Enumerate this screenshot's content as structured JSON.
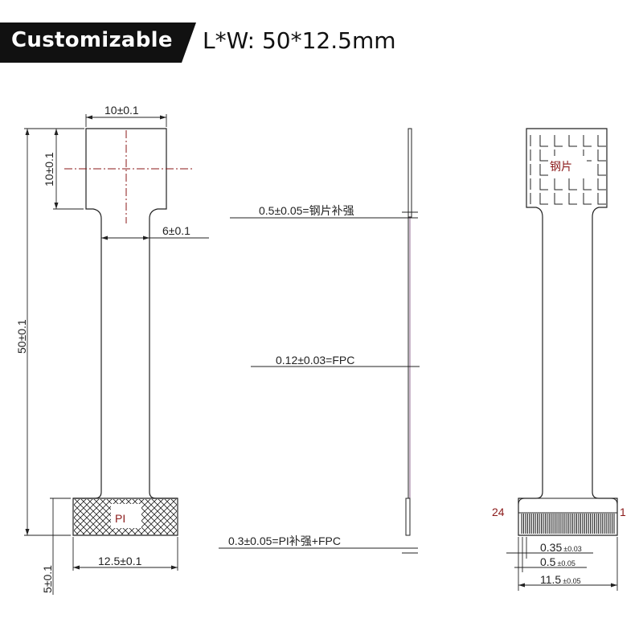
{
  "header": {
    "badge_label": "Customizable",
    "spec_label": "L*W: 50*12.5mm"
  },
  "front_view": {
    "top_width": "10±0.1",
    "top_height": "10±0.1",
    "neck_width": "6±0.1",
    "total_length": "50±0.1",
    "bottom_width": "12.5±0.1",
    "bottom_height": "5±0.1",
    "pi_label": "PI"
  },
  "side_view": {
    "stiffener_label": "0.5±0.05=钢片补强",
    "fpc_label": "0.12±0.03=FPC",
    "pi_fpc_label": "0.3±0.05=PI补强+FPC"
  },
  "back_view": {
    "steel_label": "钢片",
    "pin_left": "24",
    "pin_right": "1",
    "pitch": {
      "main": "0.35",
      "tol": "±0.03"
    },
    "pad_width": {
      "main": "0.5",
      "tol": "±0.05"
    },
    "connector_width": {
      "main": "11.5",
      "tol": "±0.05"
    }
  },
  "colors": {
    "badge_bg": "#111111",
    "marker_red": "#8b1a1a",
    "line": "#222222"
  }
}
